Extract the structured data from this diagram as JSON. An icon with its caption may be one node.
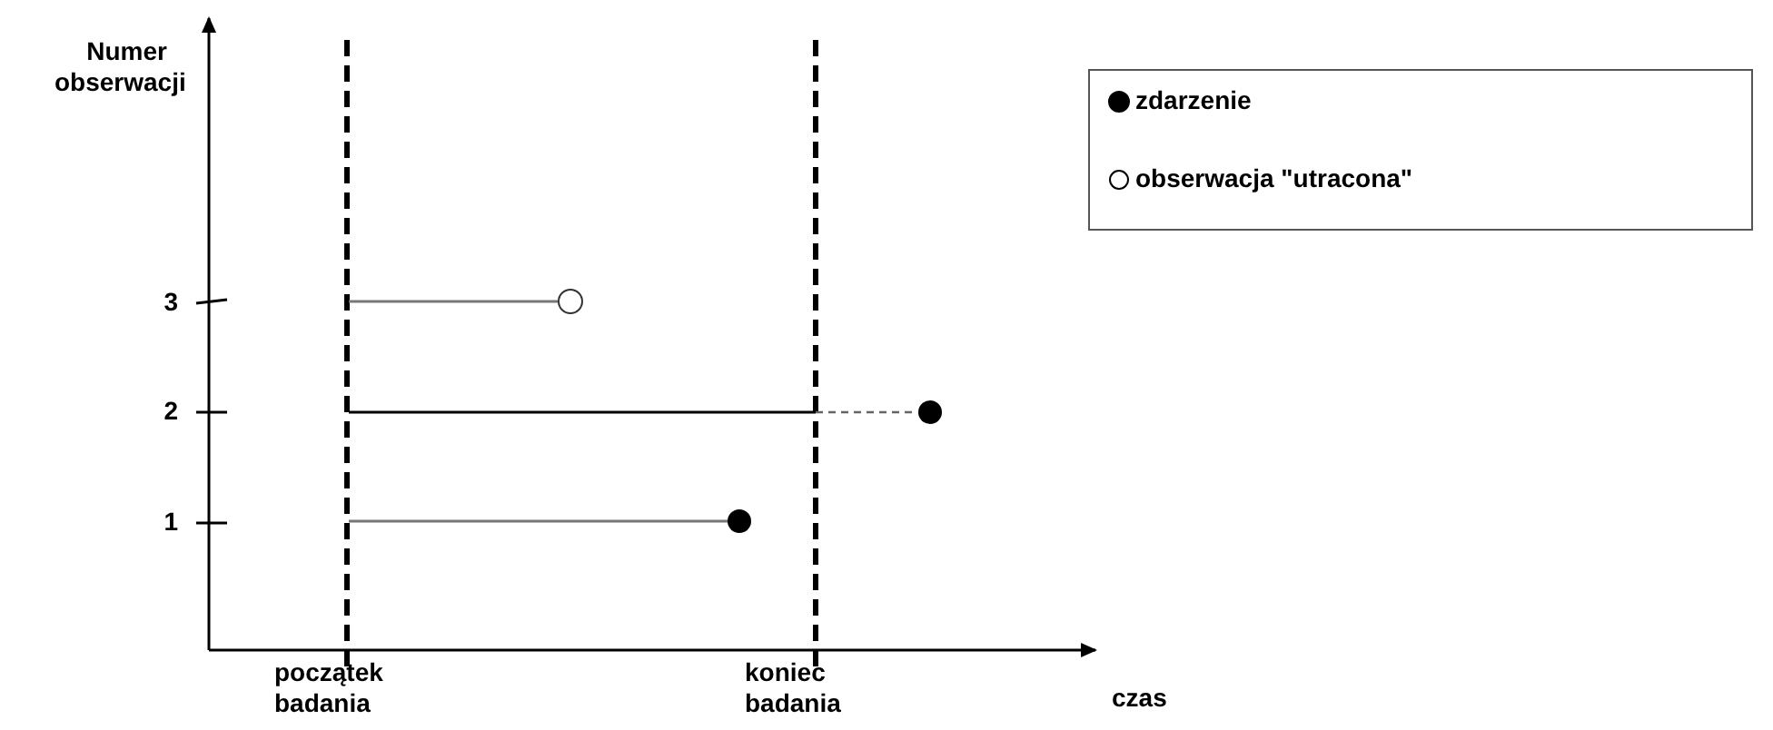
{
  "diagram": {
    "labels": [
      "Numer obserwacji",
      "3",
      "2",
      "1",
      "początek badania",
      "koniec badania",
      "czas"
    ],
    "legend": [
      {
        "text": "zdarzenie"
      },
      {
        "text": "obserwacja \"utracona\""
      }
    ]
  }
}
